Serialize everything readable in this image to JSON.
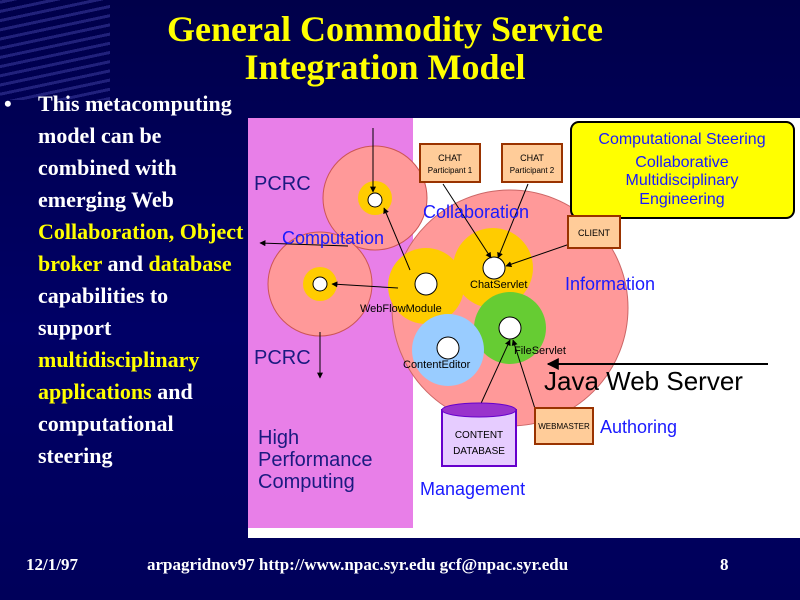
{
  "title": {
    "line1": "General Commodity Service",
    "line2": "Integration Model"
  },
  "bullet": {
    "symbol": "•",
    "p1": "This metacomputing model can be combined with emerging Web",
    "p2": "Collaboration, Object broker",
    "p3": "and",
    "p4": "database",
    "p5": "capabilities to support",
    "p6": "multidisciplinary applications",
    "p7": "and computational steering"
  },
  "footer": {
    "date": "12/1/97",
    "info": "arpagridnov97  http://www.npac.syr.edu gcf@npac.syr.edu",
    "page": "8"
  },
  "diagram": {
    "pcrc_top": "PCRC",
    "pcrc_bottom": "PCRC",
    "computation": "Computation",
    "collaboration": "Collaboration",
    "information": "Information",
    "chat1_l1": "CHAT",
    "chat1_l2": "Participant 1",
    "chat2_l1": "CHAT",
    "chat2_l2": "Participant 2",
    "steering_l1": "Computational Steering",
    "steering_l2": "Collaborative",
    "steering_l3": "Multidisciplinary",
    "steering_l4": "Engineering",
    "client": "CLIENT",
    "chatservlet": "ChatServlet",
    "webflowmodule": "WebFlowModule",
    "fileservlet": "FileServlet",
    "contenteditor": "ContentEditor",
    "java_web_server": "Java Web Server",
    "content_l1": "CONTENT",
    "content_l2": "DATABASE",
    "webmaster": "WEBMASTER",
    "authoring": "Authoring",
    "hpc_l1": "High",
    "hpc_l2": "Performance",
    "hpc_l3": "Computing",
    "management": "Management"
  },
  "colors": {
    "background": "#000066",
    "title": "#ffff00",
    "highlight": "#ffff00",
    "diagram_bg": "#ffffff",
    "hpc_panel": "#e87fe8",
    "label_blue": "#1a1aff",
    "server_circle": "#ff9999",
    "steering_box": "#ffff00"
  }
}
